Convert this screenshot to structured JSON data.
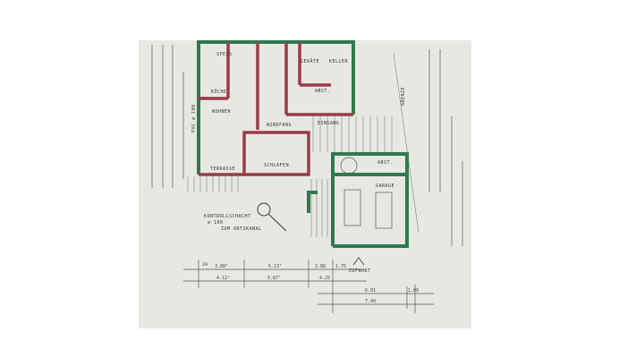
{
  "plan": {
    "rooms": {
      "speis": "SPEIS",
      "kueche": "KÜCHE",
      "wohnen": "WOHNEN",
      "windfang": "WINDFANG",
      "abst_house": "ABST.",
      "keller": "KELLER",
      "geraete": "GERÄTE",
      "eingang": "EINGANG",
      "schlafen": "SCHLAFEN",
      "terrasse": "TERRASSE",
      "abst_garage": "ABST.",
      "garage": "GARAGE",
      "zufahrt": "ZUFAHRT"
    },
    "annotations": {
      "kontrollschacht": "KONTROLLSCHACHT",
      "diameter": "⌀ 100",
      "ortskanal": "ZUM ORTSKANAL",
      "grenze": "GRENZE",
      "pvc": "PVC ⌀ 100"
    },
    "dimensions_top_row": [
      "3.88⁵",
      "5.13⁵",
      "2.88",
      "1.75"
    ],
    "dimensions_mid_row": [
      "4.12⁵",
      "5.87⁵",
      "4.25"
    ],
    "dimensions_low_row": [
      "6.01",
      "1.00"
    ],
    "dimension_total": "7.49",
    "wall_thickness": "24",
    "colors": {
      "exterior_wall": "#2f7a4c",
      "interior_wall": "#9b3b48",
      "paper": "#e8e8e3"
    }
  }
}
